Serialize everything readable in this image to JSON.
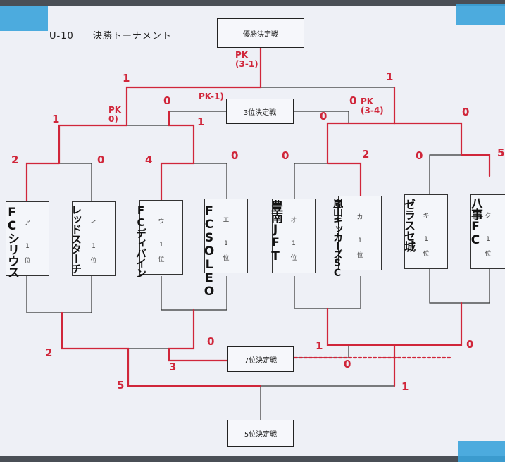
{
  "header": {
    "category": "U-10",
    "title": "決勝トーナメント"
  },
  "matches": {
    "final": "優勝決定戦",
    "third": "3位決定戦",
    "seventh": "7位決定戦",
    "fifth": "5位決定戦"
  },
  "teams": [
    {
      "letter": "ア",
      "rank": "1",
      "pos": "位",
      "name": "FCシリウス"
    },
    {
      "letter": "イ",
      "rank": "1",
      "pos": "位",
      "name": "レッドスターチ"
    },
    {
      "letter": "ウ",
      "rank": "1",
      "pos": "位",
      "name": "FCディバイン"
    },
    {
      "letter": "エ",
      "rank": "1",
      "pos": "位",
      "name": "FCSOLEO"
    },
    {
      "letter": "オ",
      "rank": "1",
      "pos": "位",
      "name": "豊南JFT"
    },
    {
      "letter": "カ",
      "rank": "1",
      "pos": "位",
      "name": "嵐山キッカーズSC"
    },
    {
      "letter": "キ",
      "rank": "1",
      "pos": "位",
      "name": "ゼラスセ城"
    },
    {
      "letter": "ク",
      "rank": "1",
      "pos": "位",
      "name": "八事FC"
    }
  ],
  "scores": {
    "r1": [
      "2",
      "0",
      "4",
      "0",
      "0",
      "2",
      "0",
      "5"
    ],
    "semi": [
      "1",
      "1",
      "0",
      "0"
    ],
    "final": [
      "1",
      "1"
    ],
    "third": [
      "0",
      "0"
    ],
    "fifth": [
      "5",
      "1"
    ],
    "consol": [
      "2",
      "0",
      "1",
      "0"
    ],
    "seventh": [
      "3",
      "0"
    ]
  },
  "pk": {
    "final": "PK\n(3-1)",
    "semi_left": "PK\n0)",
    "third": "PK-1)",
    "semi_right": "PK\n(3-4)"
  },
  "colors": {
    "winner_line": "#d0263a",
    "bracket_line": "#333333",
    "tape": "#3aa3dc"
  }
}
